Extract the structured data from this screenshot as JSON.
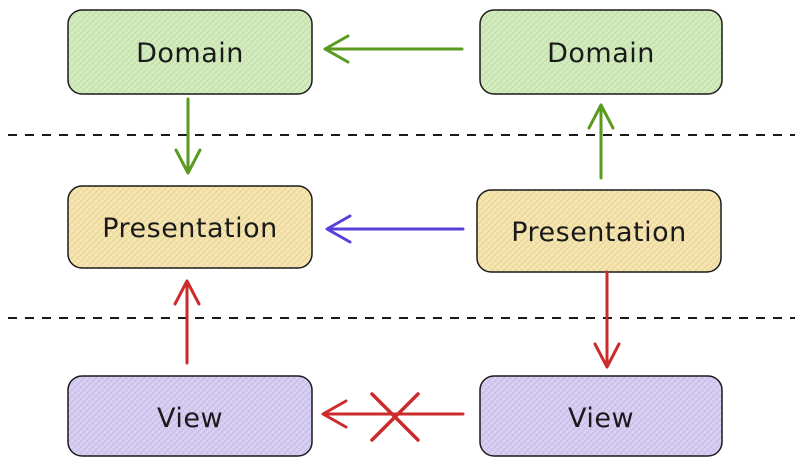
{
  "colors": {
    "domain_fill": "#d4ecc0",
    "domain_hatch": "#bcdca4",
    "presentation_fill": "#f6e6b4",
    "presentation_hatch": "#e6d08e",
    "view_fill": "#d9d0f2",
    "view_hatch": "#c2b6e8",
    "border": "#1a1a1a",
    "green_arrow": "#5a9a1e",
    "purple_arrow": "#5b3fd6",
    "red_arrow": "#cc2b2b",
    "divider": "#1a1a1a"
  },
  "nodes": {
    "domain_left": "Domain",
    "domain_right": "Domain",
    "presentation_left": "Presentation",
    "presentation_right": "Presentation",
    "view_left": "View",
    "view_right": "View"
  },
  "edges": [
    {
      "from": "domain_right",
      "to": "domain_left",
      "color": "green_arrow"
    },
    {
      "from": "domain_left",
      "to": "presentation_left",
      "color": "green_arrow"
    },
    {
      "from": "presentation_right",
      "to": "domain_right",
      "color": "green_arrow"
    },
    {
      "from": "presentation_right",
      "to": "presentation_left",
      "color": "purple_arrow"
    },
    {
      "from": "presentation_right",
      "to": "view_right",
      "color": "red_arrow"
    },
    {
      "from": "view_left",
      "to": "presentation_left",
      "color": "red_arrow"
    },
    {
      "from": "view_right",
      "to": "view_left",
      "color": "red_arrow",
      "blocked": true
    }
  ]
}
